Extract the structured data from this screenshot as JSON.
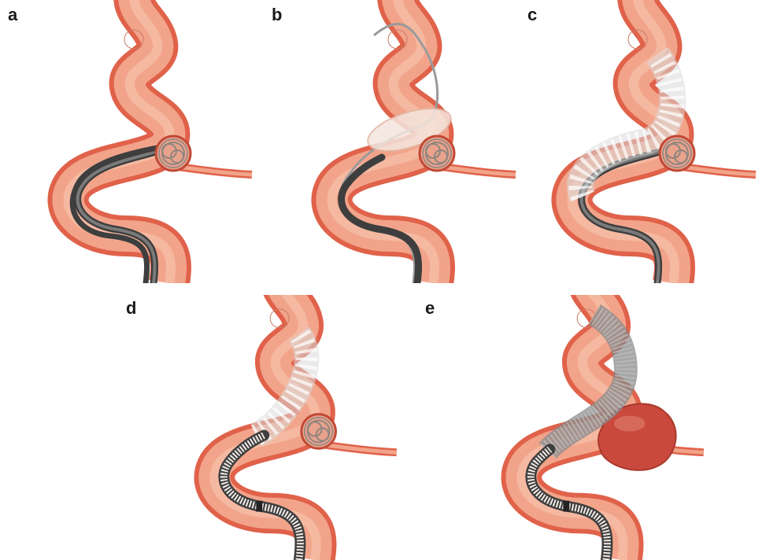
{
  "panels": [
    {
      "label": "a"
    },
    {
      "label": "b"
    },
    {
      "label": "c"
    },
    {
      "label": "d"
    },
    {
      "label": "e"
    }
  ],
  "colors": {
    "vessel_outer": "#e0624a",
    "vessel_inner": "#f2a48a",
    "vessel_highlight": "#f7c2ad",
    "catheter": "#5a5a5a",
    "wire": "#9a9a9a",
    "stent": "#d8d8d8",
    "balloon": "#f5e6df",
    "aneurysm": "#c94a3c",
    "coil": "#9b8f88",
    "label_text": "#1a1a1a"
  },
  "icons": [
    "carotid-siphon-illustration",
    "coil-mass-icon",
    "stent-mesh-icon",
    "balloon-icon",
    "aneurysm-sac-icon"
  ]
}
